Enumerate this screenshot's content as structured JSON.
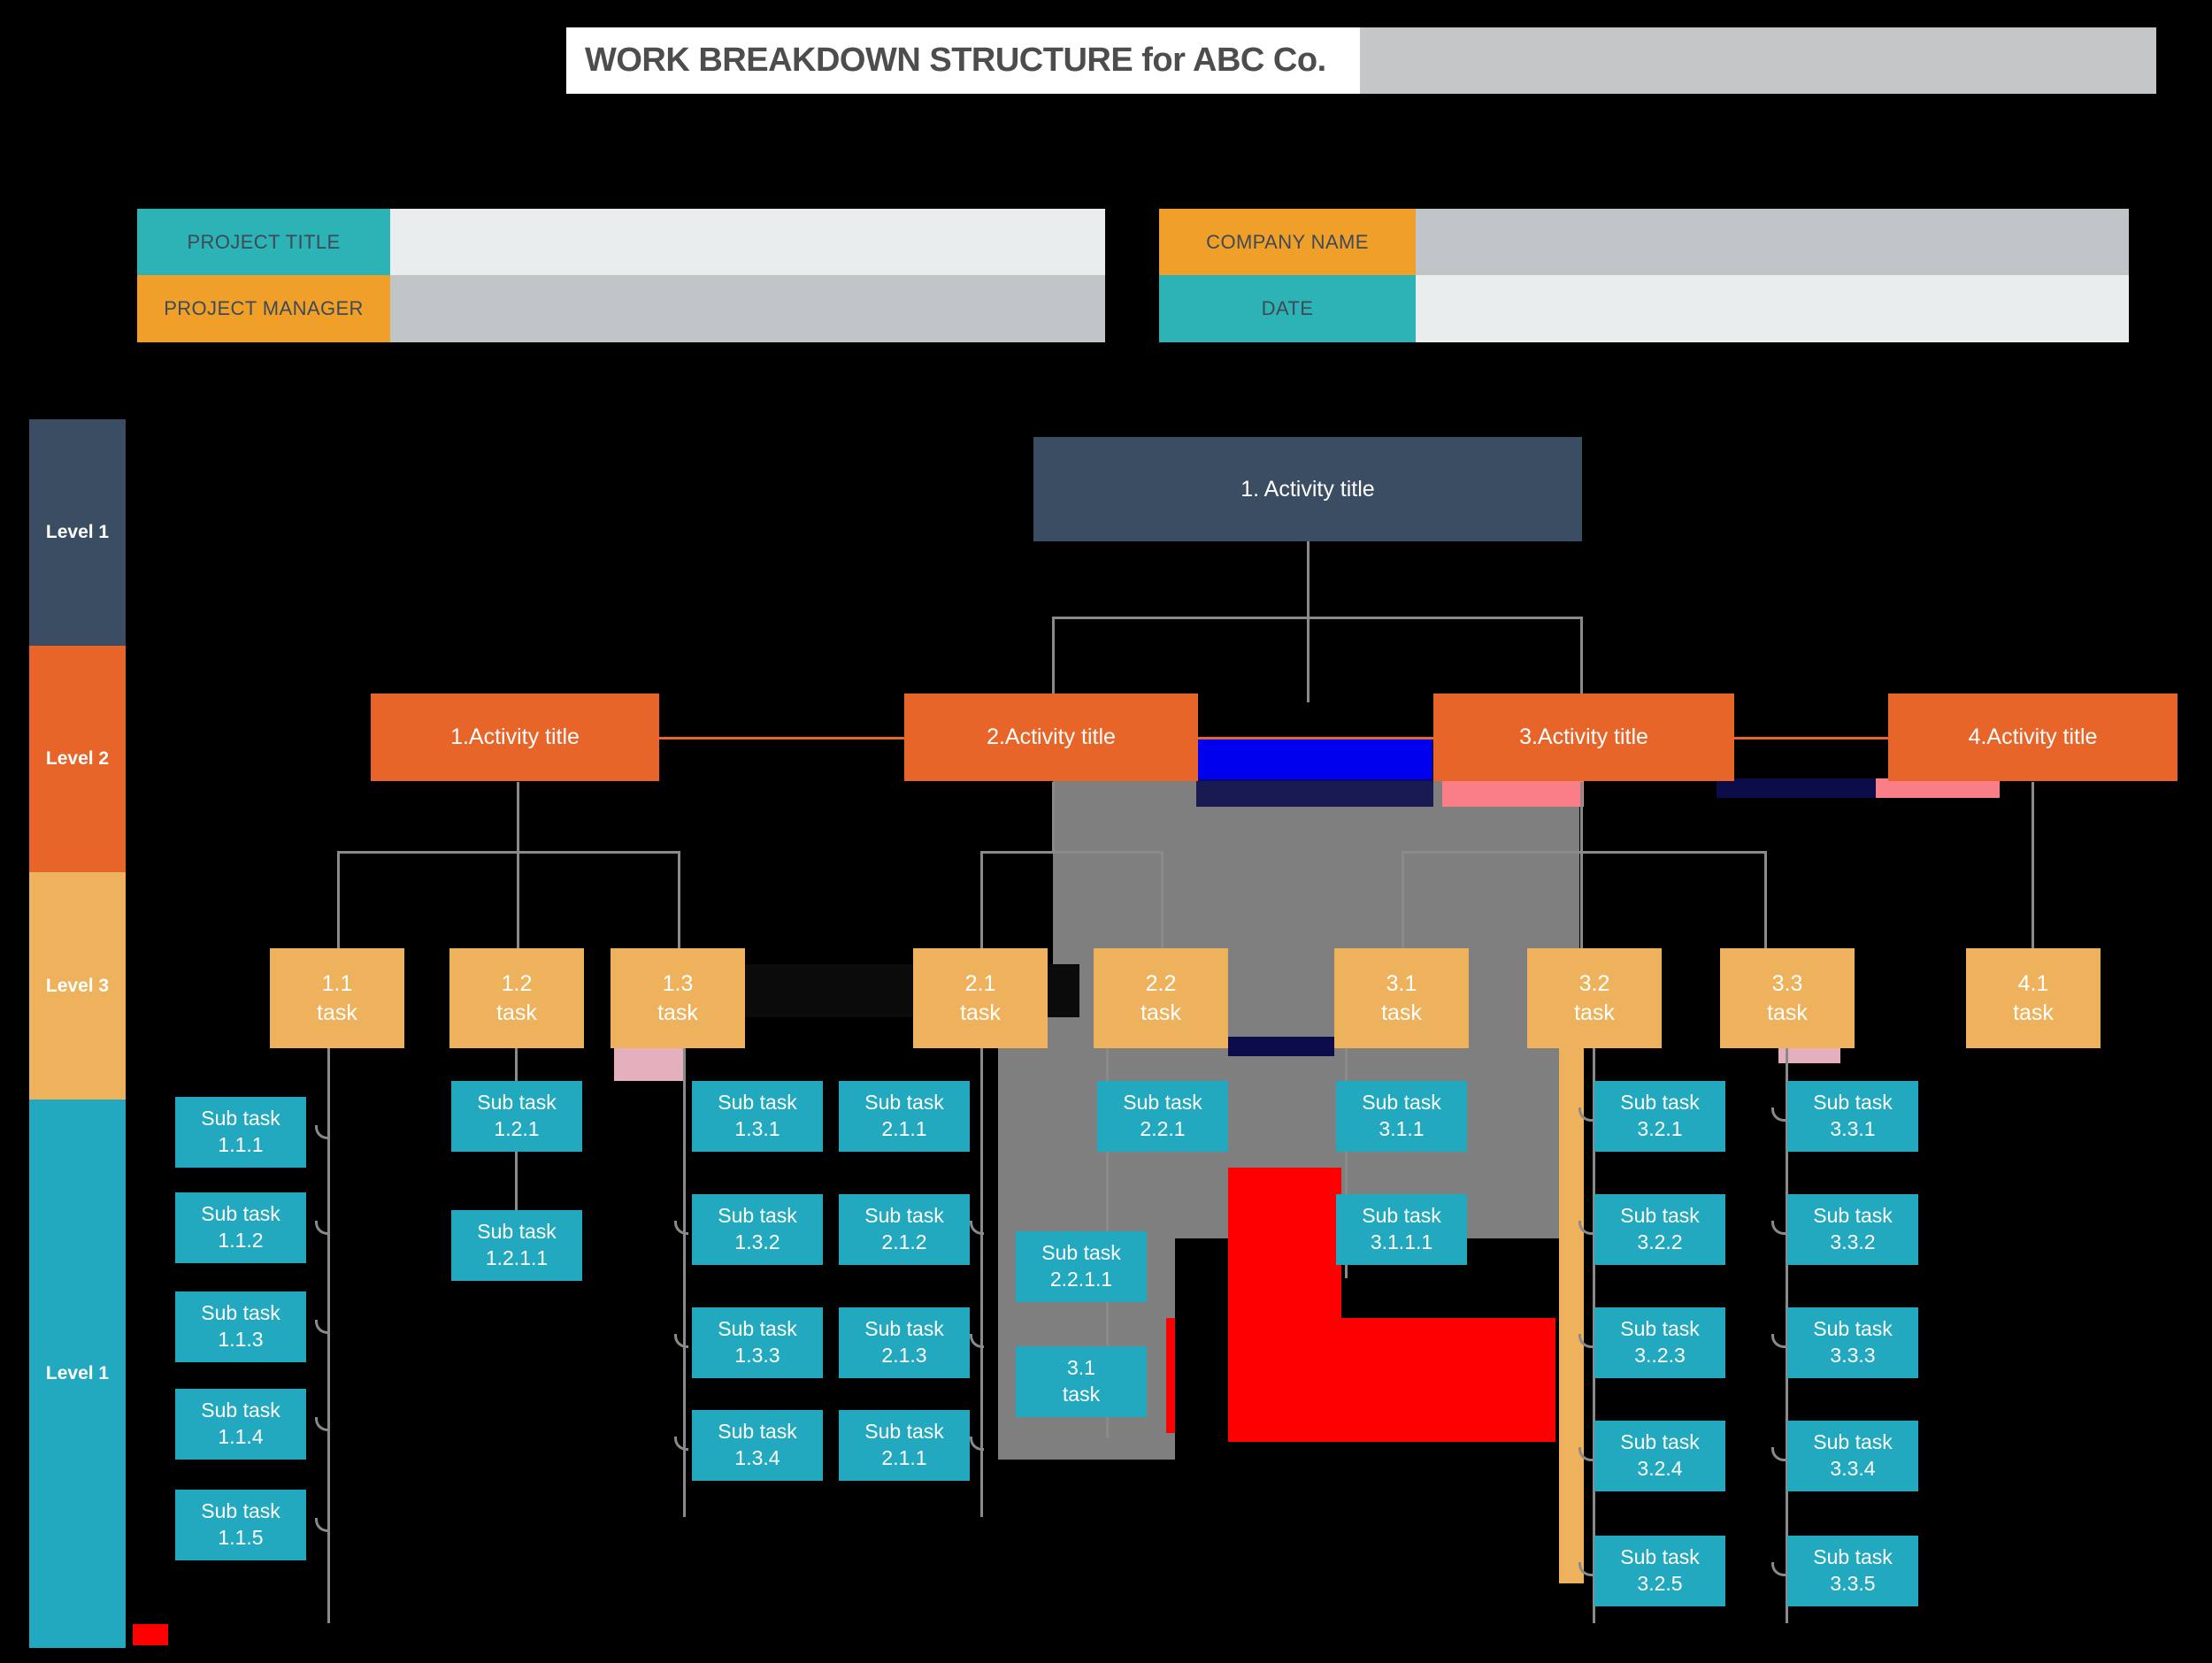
{
  "header": {
    "title": "WORK BREAKDOWN STRUCTURE for ABC Co."
  },
  "info_fields": {
    "left": [
      {
        "label": "PROJECT TITLE",
        "value": ""
      },
      {
        "label": "PROJECT MANAGER",
        "value": ""
      }
    ],
    "right": [
      {
        "label": "COMPANY NAME",
        "value": ""
      },
      {
        "label": "DATE",
        "value": ""
      }
    ]
  },
  "levels": [
    {
      "label": "Level 1",
      "color": "#3b4d63"
    },
    {
      "label": "Level 2",
      "color": "#e8652a"
    },
    {
      "label": "Level 3",
      "color": "#eeb25d"
    },
    {
      "label": "Level 1",
      "color": "#22a8bf"
    }
  ],
  "colors": {
    "level1": "#3b4d63",
    "level2": "#e8652a",
    "level3": "#eeb25d",
    "level4": "#22a8bf",
    "teal_label": "#2bb3b6",
    "orange_label": "#f0a029",
    "connector": "#8a8a8a",
    "background": "#000000",
    "title_text": "#4d4d4d"
  },
  "root": {
    "label": "1. Activity title"
  },
  "level2_nodes": [
    {
      "label": "1.Activity title"
    },
    {
      "label": "2.Activity title"
    },
    {
      "label": "3.Activity title"
    },
    {
      "label": "4.Activity title"
    }
  ],
  "level3_nodes": [
    {
      "num": "1.1",
      "kind": "task"
    },
    {
      "num": "1.2",
      "kind": "task"
    },
    {
      "num": "1.3",
      "kind": "task"
    },
    {
      "num": "2.1",
      "kind": "task"
    },
    {
      "num": "2.2",
      "kind": "task"
    },
    {
      "num": "3.1",
      "kind": "task"
    },
    {
      "num": "3.2",
      "kind": "task"
    },
    {
      "num": "3.3",
      "kind": "task"
    },
    {
      "num": "4.1",
      "kind": "task"
    }
  ],
  "level4_columns": [
    {
      "parent": "1.1",
      "nodes": [
        {
          "prefix": "Sub task",
          "num": "1.1.1"
        },
        {
          "prefix": "Sub task",
          "num": "1.1.2"
        },
        {
          "prefix": "Sub task",
          "num": "1.1.3"
        },
        {
          "prefix": "Sub task",
          "num": "1.1.4"
        },
        {
          "prefix": "Sub task",
          "num": "1.1.5"
        }
      ]
    },
    {
      "parent": "1.2",
      "nodes": [
        {
          "prefix": "Sub task",
          "num": "1.2.1"
        },
        {
          "prefix": "Sub task",
          "num": "1.2.1.1"
        }
      ]
    },
    {
      "parent": "1.3",
      "nodes": [
        {
          "prefix": "Sub task",
          "num": "1.3.1"
        },
        {
          "prefix": "Sub task",
          "num": "1.3.2"
        },
        {
          "prefix": "Sub task",
          "num": "1.3.3"
        },
        {
          "prefix": "Sub task",
          "num": "1.3.4"
        }
      ]
    },
    {
      "parent": "2.1",
      "nodes": [
        {
          "prefix": "Sub task",
          "num": "2.1.1"
        },
        {
          "prefix": "Sub task",
          "num": "2.1.2"
        },
        {
          "prefix": "Sub task",
          "num": "2.1.3"
        },
        {
          "prefix": "Sub task",
          "num": "2.1.1"
        }
      ]
    },
    {
      "parent": "2.2",
      "nodes": [
        {
          "prefix": "Sub task",
          "num": "2.2.1"
        },
        {
          "prefix": "Sub task",
          "num": "2.2.1.1"
        },
        {
          "prefix": "3.1",
          "num": "task"
        }
      ]
    },
    {
      "parent": "3.1",
      "nodes": [
        {
          "prefix": "Sub task",
          "num": "3.1.1"
        },
        {
          "prefix": "Sub task",
          "num": "3.1.1.1"
        }
      ]
    },
    {
      "parent": "3.2",
      "nodes": [
        {
          "prefix": "Sub task",
          "num": "3.2.1"
        },
        {
          "prefix": "Sub task",
          "num": "3.2.2"
        },
        {
          "prefix": "Sub task",
          "num": "3..2.3"
        },
        {
          "prefix": "Sub task",
          "num": "3.2.4"
        },
        {
          "prefix": "Sub task",
          "num": "3.2.5"
        }
      ]
    },
    {
      "parent": "3.3",
      "nodes": [
        {
          "prefix": "Sub task",
          "num": "3.3.1"
        },
        {
          "prefix": "Sub task",
          "num": "3.3.2"
        },
        {
          "prefix": "Sub task",
          "num": "3.3.3"
        },
        {
          "prefix": "Sub task",
          "num": "3.3.4"
        },
        {
          "prefix": "Sub task",
          "num": "3.3.5"
        }
      ]
    }
  ]
}
